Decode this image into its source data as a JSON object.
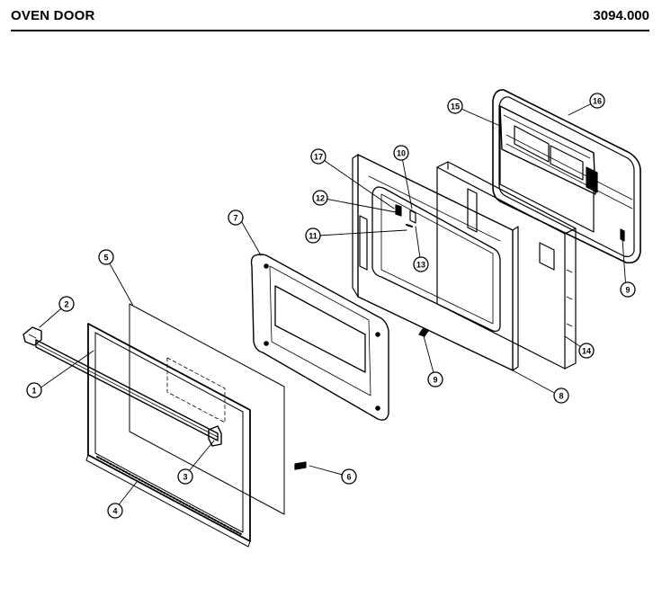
{
  "header": {
    "title": "OVEN DOOR",
    "model_number": "3094.000"
  },
  "callouts": [
    {
      "id": "c1",
      "number": "1"
    },
    {
      "id": "c2",
      "number": "2"
    },
    {
      "id": "c3",
      "number": "3"
    },
    {
      "id": "c4",
      "number": "4"
    },
    {
      "id": "c5a",
      "number": "5"
    },
    {
      "id": "c6",
      "number": "6"
    },
    {
      "id": "c7",
      "number": "7"
    },
    {
      "id": "c8",
      "number": "8"
    },
    {
      "id": "c9a",
      "number": "9"
    },
    {
      "id": "c9b",
      "number": "9"
    },
    {
      "id": "c10",
      "number": "10"
    },
    {
      "id": "c11",
      "number": "11"
    },
    {
      "id": "c12",
      "number": "12"
    },
    {
      "id": "c13",
      "number": "13"
    },
    {
      "id": "c14",
      "number": "14"
    },
    {
      "id": "c15",
      "number": "15"
    },
    {
      "id": "c16",
      "number": "16"
    },
    {
      "id": "c17",
      "number": "17"
    }
  ]
}
